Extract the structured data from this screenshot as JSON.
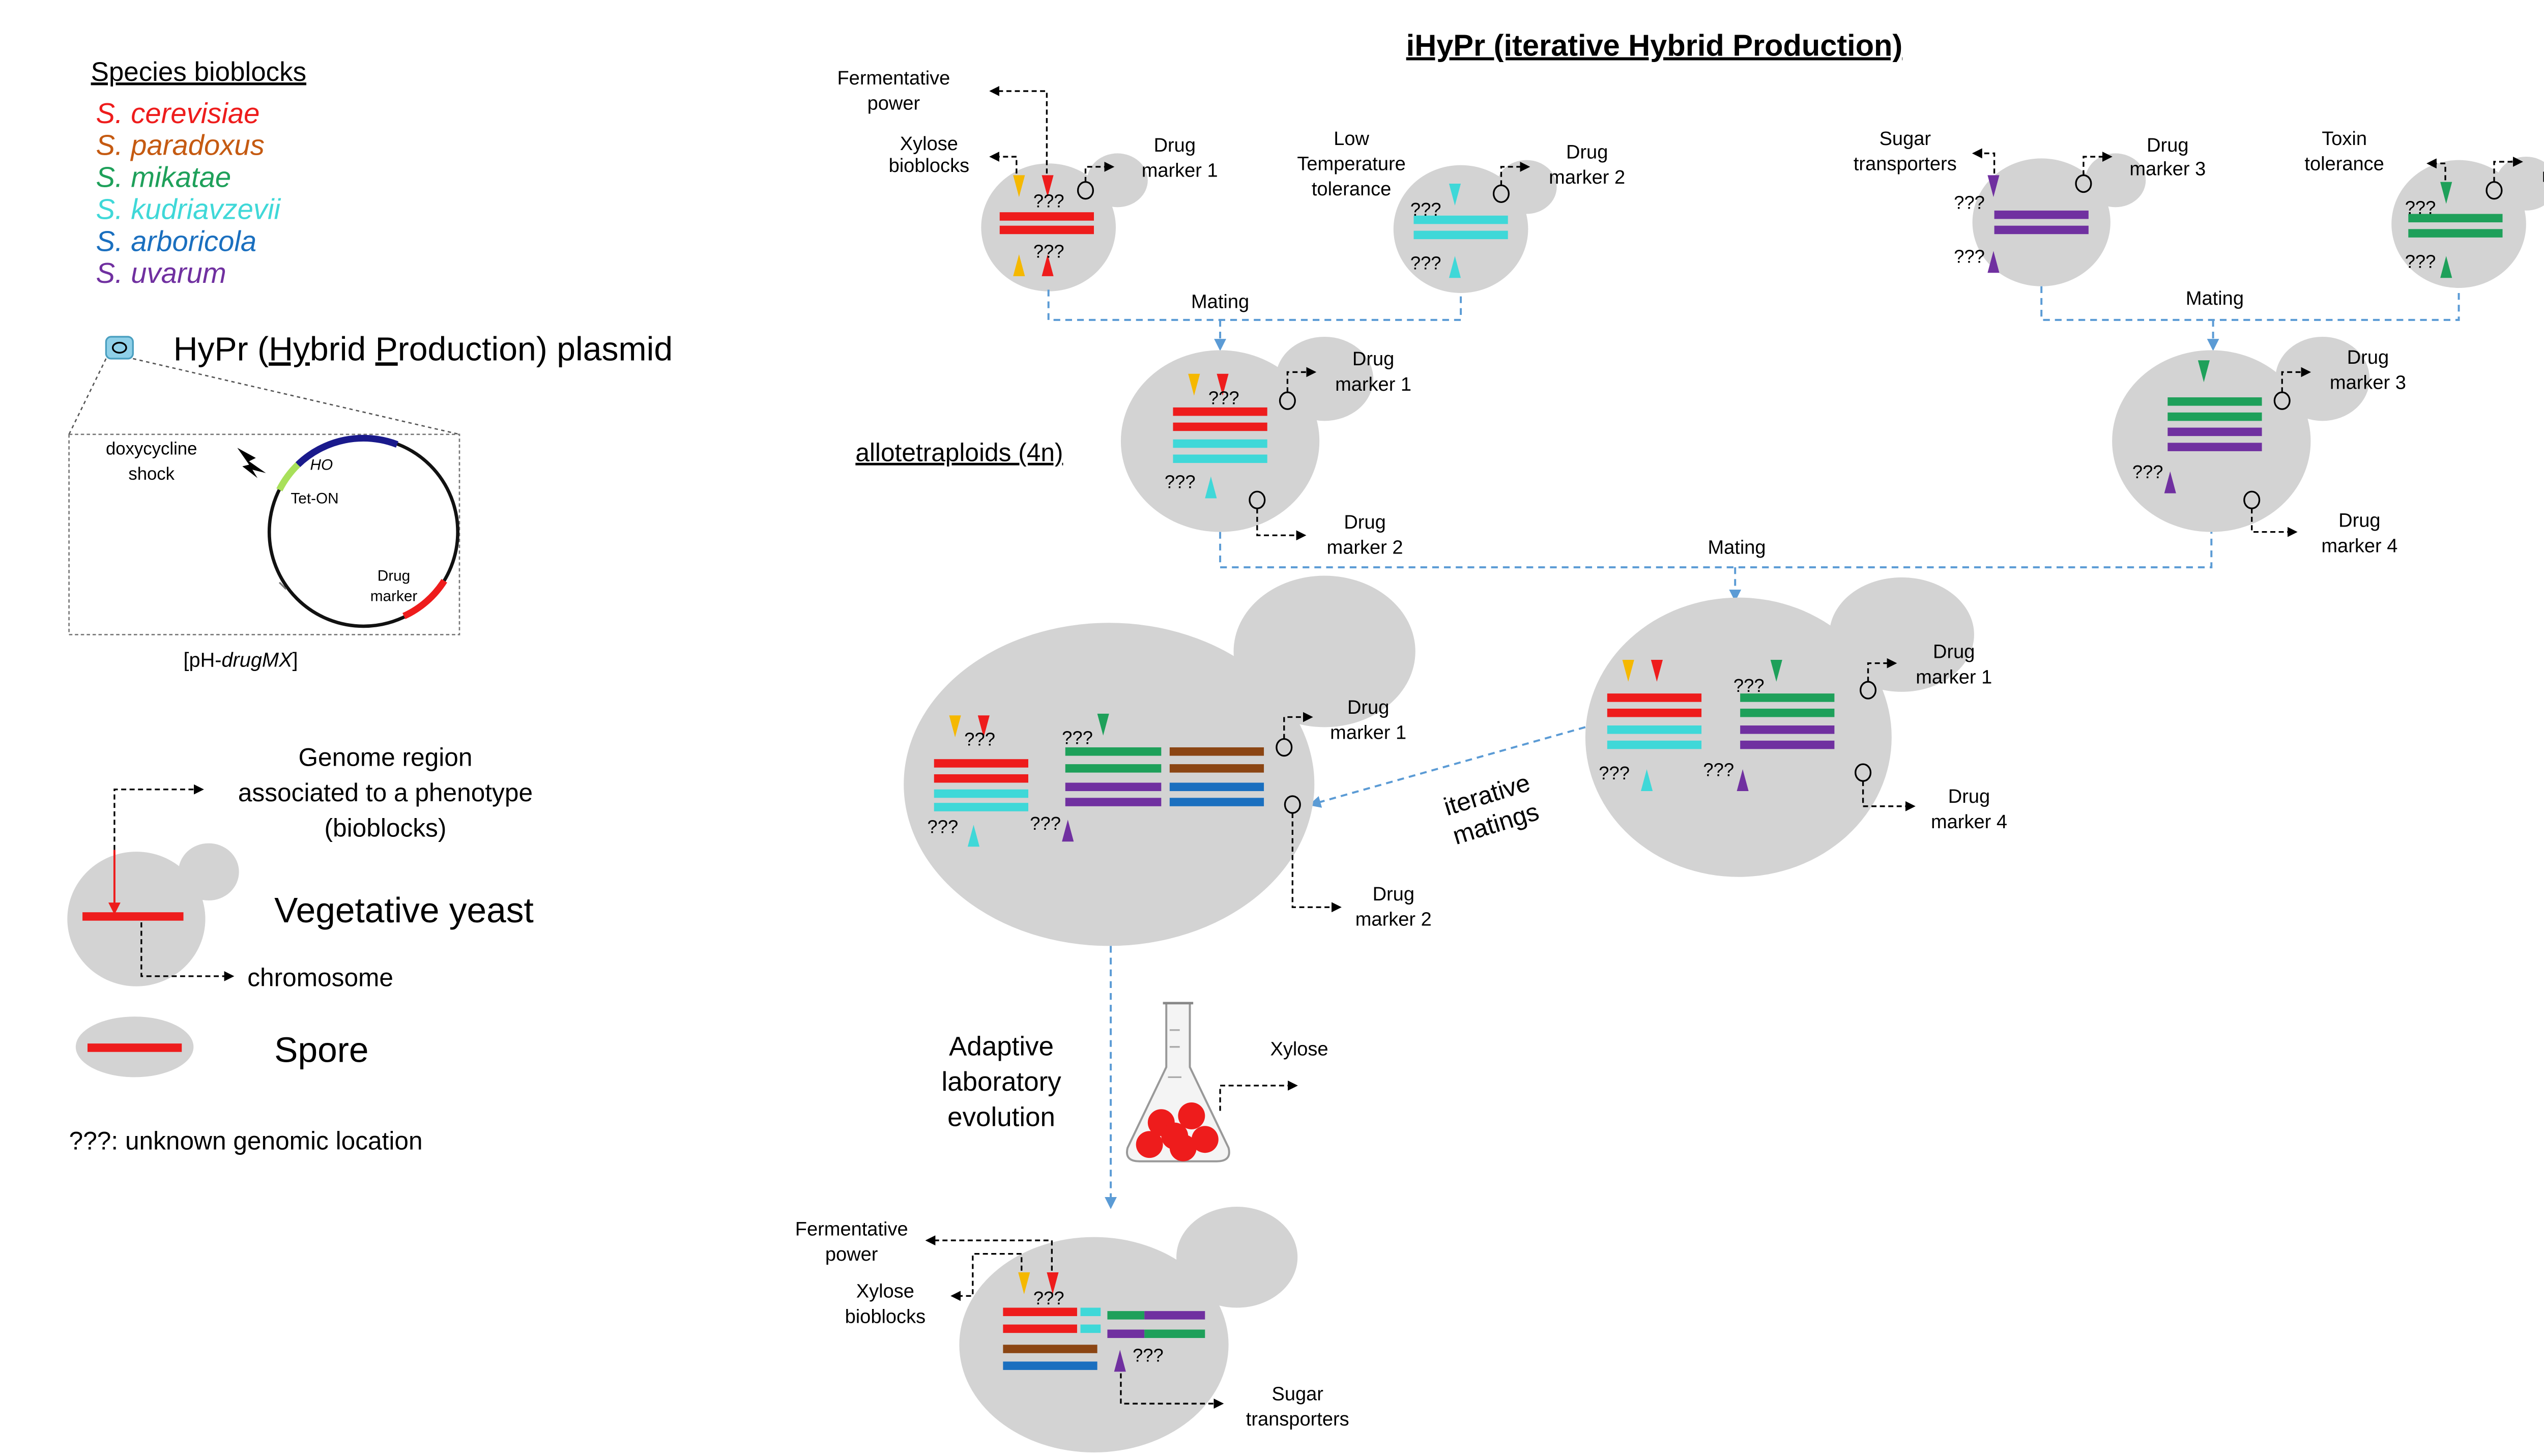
{
  "title": "iHyPr (iterative Hybrid Production)",
  "legend": {
    "heading": "Species bioblocks",
    "species": [
      {
        "name": "S. cerevisiae",
        "color": "#ee1c1c"
      },
      {
        "name": "S. paradoxus",
        "color": "#c55a11"
      },
      {
        "name": "S. mikatae",
        "color": "#1ea05a"
      },
      {
        "name": "S. kudriavzevii",
        "color": "#3fd8d8"
      },
      {
        "name": "S. arboricola",
        "color": "#1a6fbf"
      },
      {
        "name": "S. uvarum",
        "color": "#7030a0"
      }
    ],
    "plasmid_title_parts": [
      "HyPr (",
      "Hy",
      "brid ",
      "P",
      "roduction) plasmid"
    ],
    "plasmid": {
      "shock_line1": "doxycycline",
      "shock_line2": "shock",
      "ho": "HO",
      "teton": "Tet-ON",
      "drug_line1": "Drug",
      "drug_line2": "marker",
      "name_prefix": "[pH-",
      "name_italic": "drugMX",
      "name_suffix": "]"
    },
    "genome_region_lines": [
      "Genome region",
      "associated to a phenotype",
      "(bioblocks)"
    ],
    "vegetative": "Vegetative yeast",
    "chromosome": "chromosome",
    "spore": "Spore",
    "unknown": "???: unknown genomic location"
  },
  "labels": {
    "q": "???",
    "fermentative_1": "Fermentative",
    "fermentative_2": "power",
    "xylose_1": "Xylose",
    "xylose_2": "bioblocks",
    "lowtemp_1": "Low",
    "lowtemp_2": "Temperature",
    "lowtemp_3": "tolerance",
    "sugar_1": "Sugar",
    "sugar_2": "transporters",
    "toxin_1": "Toxin",
    "toxin_2": "tolerance",
    "drug": "Drug",
    "marker1": "marker 1",
    "marker2": "marker 2",
    "marker3": "marker 3",
    "marker4": "marker 4",
    "mating": "Mating",
    "allo": "allotetraploids (4n)",
    "iter_1": "iterative",
    "iter_2": "matings",
    "ale_1": "Adaptive",
    "ale_2": "laboratory",
    "ale_3": "evolution",
    "xylose": "Xylose"
  }
}
